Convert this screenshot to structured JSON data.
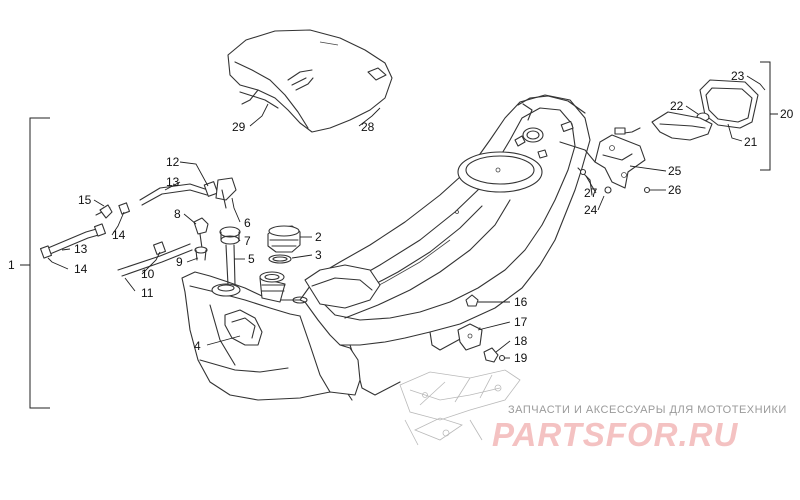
{
  "callouts": {
    "c1": "1",
    "c2": "2",
    "c3": "3",
    "c4": "4",
    "c5": "5",
    "c6": "6",
    "c7": "7",
    "c8": "8",
    "c9": "9",
    "c10": "10",
    "c11": "11",
    "c12": "12",
    "c13a": "13",
    "c13b": "13",
    "c14a": "14",
    "c14b": "14",
    "c15": "15",
    "c16": "16",
    "c17": "17",
    "c18": "18",
    "c19": "19",
    "c20": "20",
    "c21": "21",
    "c22": "22",
    "c23": "23",
    "c24": "24",
    "c25": "25",
    "c26": "26",
    "c27": "27",
    "c28": "28",
    "c29": "29"
  },
  "watermark": {
    "tagline": "ЗАПЧАСТИ И АКСЕССУАРЫ ДЛЯ МОТОТЕХНИКИ",
    "logo": "PARTSFOR.RU"
  }
}
